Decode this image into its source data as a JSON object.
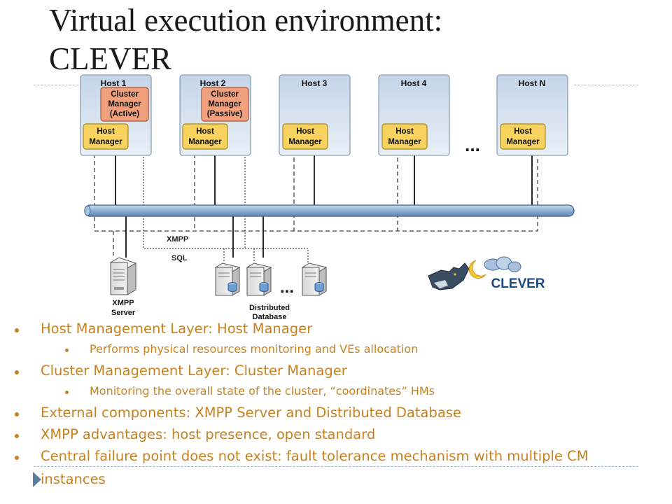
{
  "slide": {
    "title_line1": "Virtual execution environment:",
    "title_line2": "CLEVER"
  },
  "diagram": {
    "hosts": [
      {
        "name": "Host 1",
        "cluster_manager": {
          "line1": "Cluster",
          "line2": "Manager",
          "line3": "(Active)"
        },
        "host_manager": {
          "line1": "Host",
          "line2": "Manager"
        }
      },
      {
        "name": "Host 2",
        "cluster_manager": {
          "line1": "Cluster",
          "line2": "Manager",
          "line3": "(Passive)"
        },
        "host_manager": {
          "line1": "Host",
          "line2": "Manager"
        }
      },
      {
        "name": "Host 3",
        "host_manager": {
          "line1": "Host",
          "line2": "Manager"
        }
      },
      {
        "name": "Host 4",
        "host_manager": {
          "line1": "Host",
          "line2": "Manager"
        }
      },
      {
        "name": "Host N",
        "host_manager": {
          "line1": "Host",
          "line2": "Manager"
        }
      }
    ],
    "ellipsis": "...",
    "xmpp_label": "XMPP",
    "sql_label": "SQL",
    "xmpp_server_label": {
      "line1": "XMPP",
      "line2": "Server"
    },
    "database_label": {
      "line1": "Distributed",
      "line2": "Database"
    },
    "logo_text": "CLEVER",
    "colors": {
      "host_fill": "#cfdded",
      "host_border": "#8d9fb3",
      "host_manager_fill": "#f8d25e",
      "cluster_manager_fill": "#f1a07e",
      "bus_fill": "#8fb0d6",
      "logo_text": "#1c4a80"
    }
  },
  "bullets": [
    {
      "level": 1,
      "text": "Host Management Layer: Host Manager"
    },
    {
      "level": 2,
      "text": "Performs physical resources monitoring and VEs allocation"
    },
    {
      "level": 1,
      "text": "Cluster Management Layer: Cluster Manager"
    },
    {
      "level": 2,
      "text": "Monitoring the overall state of the cluster, “coordinates” HMs"
    },
    {
      "level": 1,
      "text": "External components: XMPP Server and Distributed Database"
    },
    {
      "level": 1,
      "text": "XMPP advantages: host presence, open standard"
    },
    {
      "level": 1,
      "text": "Central failure point does not exist: fault tolerance mechanism with multiple CM"
    },
    {
      "level": 1,
      "text": "instances"
    }
  ],
  "bullet_color": "#c8811e"
}
